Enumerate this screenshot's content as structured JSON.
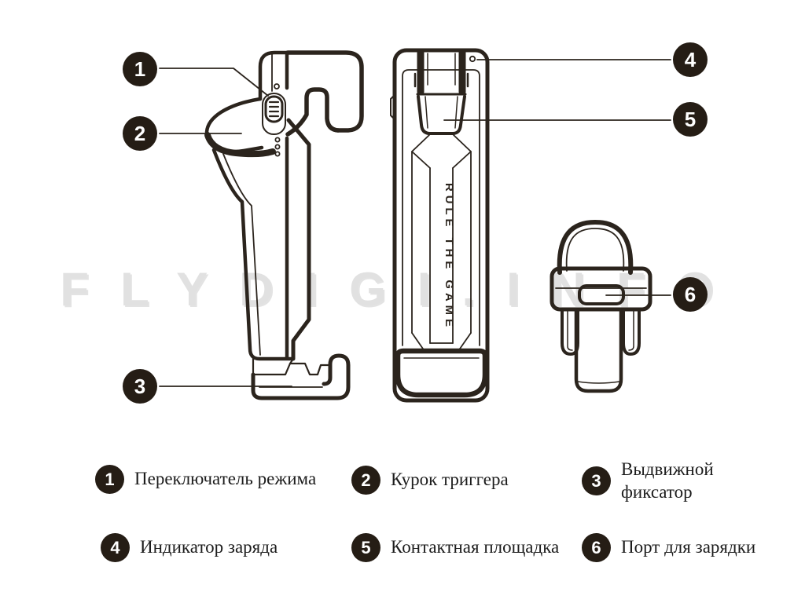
{
  "watermark": "FLYDIGI.INFO",
  "device": {
    "engraving": "RULE THE GAME"
  },
  "colors": {
    "ink": "#2b241d",
    "badge": "#251d15",
    "watermark": "#e1e1e1",
    "background": "#ffffff"
  },
  "callouts": [
    {
      "number": "1"
    },
    {
      "number": "2"
    },
    {
      "number": "3"
    },
    {
      "number": "4"
    },
    {
      "number": "5"
    },
    {
      "number": "6"
    }
  ],
  "legend": {
    "items": [
      {
        "number": "1",
        "label": "Переключатель режима"
      },
      {
        "number": "2",
        "label": "Курок триггера"
      },
      {
        "number": "3",
        "label": "Выдвижной фиксатор"
      },
      {
        "number": "4",
        "label": "Индикатор заряда"
      },
      {
        "number": "5",
        "label": "Контактная площадка"
      },
      {
        "number": "6",
        "label": "Порт для зарядки"
      }
    ]
  }
}
